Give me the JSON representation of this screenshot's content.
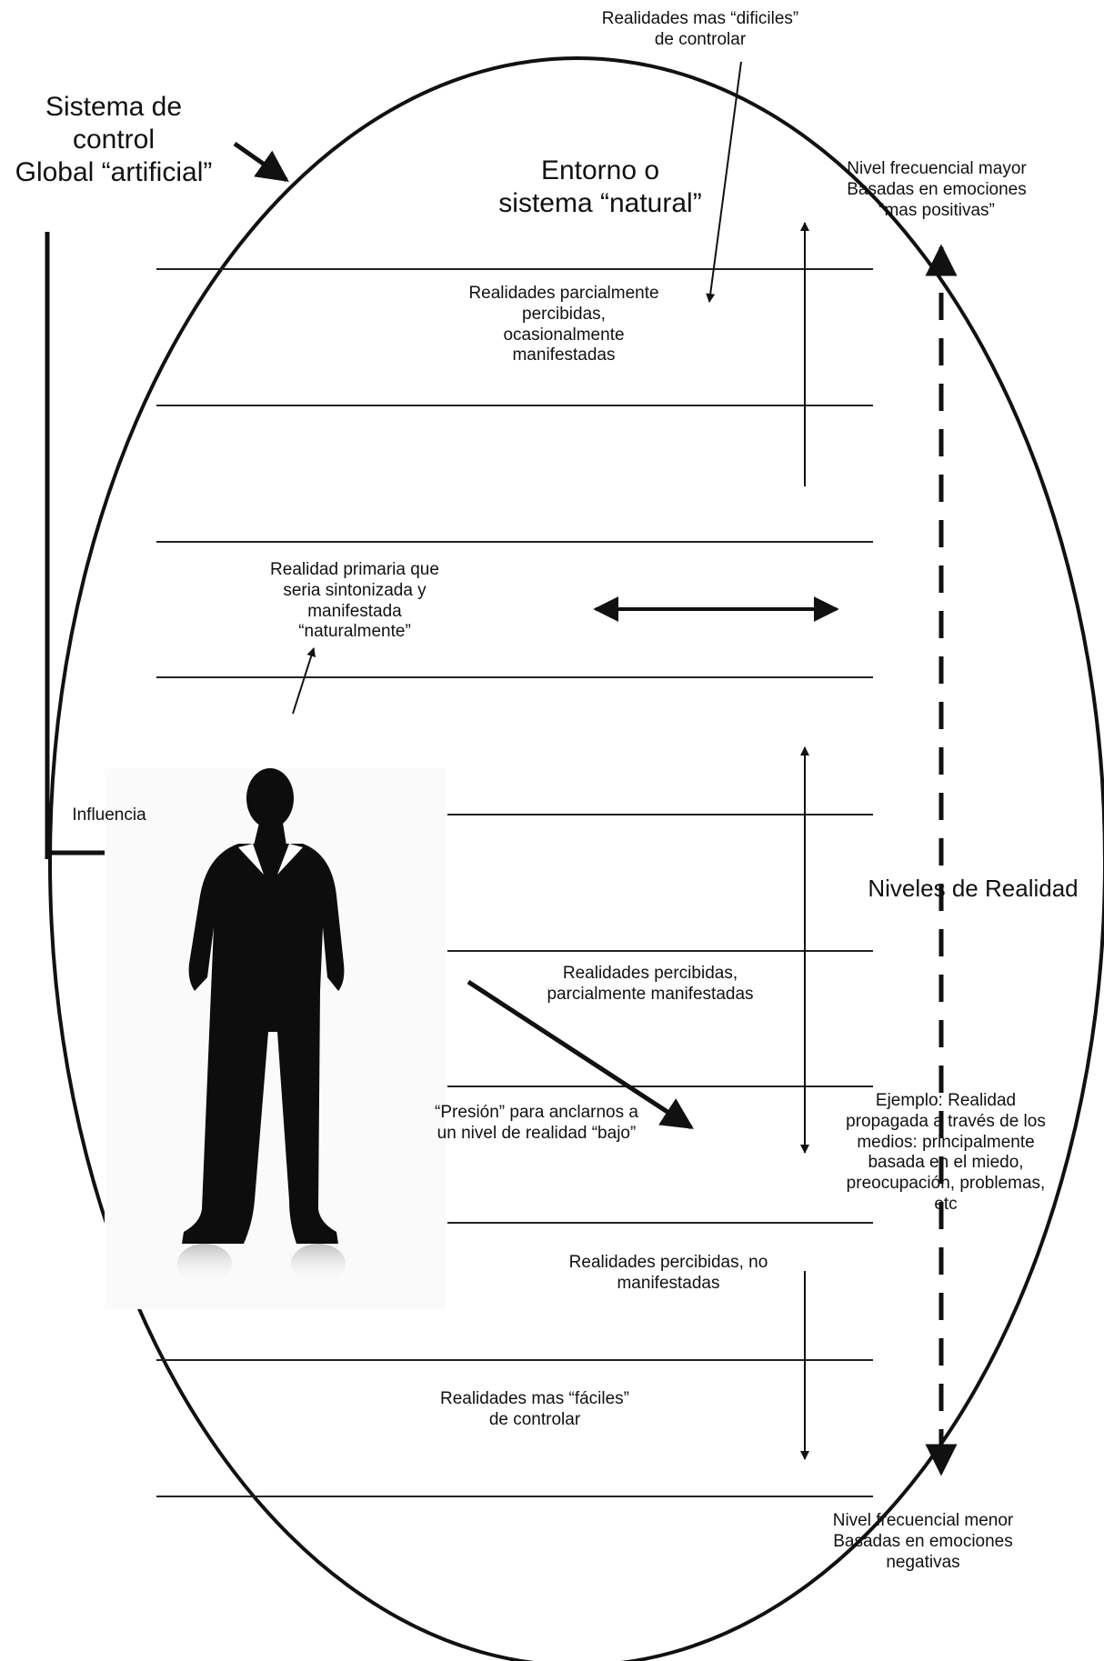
{
  "title_left": "Sistema de\ncontrol\nGlobal “artificial”",
  "title_center": "Entorno o\nsistema “natural”",
  "top_note": "Realidades mas “dificiles”\nde controlar",
  "high_level_note": "Nivel frecuencial mayor\nBasadas en emociones\n“mas positivas”",
  "low_level_note": "Nivel frecuencial menor\nBasadas en emociones\nnegativas",
  "levels_label": "Niveles de Realidad",
  "influence_label": "Influencia",
  "band_partial": "Realidades parcialmente\npercibidas,\nocasionalmente\nmanifestadas",
  "primary_reality": "Realidad primaria que\nseria sintonizada y\nmanifestada\n“naturalmente”",
  "band_perceived": "Realidades percibidas,\nparcialmente manifestadas",
  "pressure_note": "“Presión” para anclarnos a\nun nivel de realidad “bajo”",
  "example_note": "Ejemplo: Realidad\npropagada a través de los\nmedios: principalmente\nbasada en el miedo,\npreocupación, problemas,\netc",
  "band_not_manifested": "Realidades percibidas, no\nmanifestadas",
  "band_easy": "Realidades mas “fáciles”\nde controlar",
  "colors": {
    "ink": "#111111",
    "background": "#ffffff"
  },
  "icons": {
    "person": "person-silhouette-icon"
  }
}
